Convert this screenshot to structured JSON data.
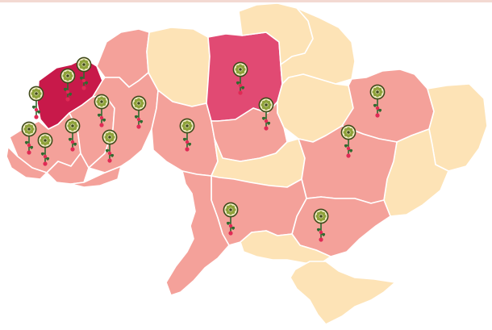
{
  "colors": {
    "background": "#ffffff",
    "top_rule": "#f3d9d2",
    "border": "#ffffff",
    "category_none": "#fde3b6",
    "category_low": "#f4a19a",
    "category_medium": "#ec7484",
    "category_high": "#e14a73",
    "category_highest": "#c8194a",
    "marker_ring": "#3f4a19",
    "marker_fill": "#f4efc9",
    "marker_petal": "#8ea23a",
    "marker_stem": "#2f6a2f",
    "marker_bud": "#e02a55"
  },
  "map": {
    "regions": [
      {
        "id": "volyn",
        "level": "highest"
      },
      {
        "id": "lviv",
        "level": "low"
      },
      {
        "id": "zakarpattia",
        "level": "low"
      },
      {
        "id": "ivano-frankivsk",
        "level": "low"
      },
      {
        "id": "chernivtsi",
        "level": "low"
      },
      {
        "id": "ternopil",
        "level": "low"
      },
      {
        "id": "rivne",
        "level": "low"
      },
      {
        "id": "khmelnytskyi",
        "level": "low"
      },
      {
        "id": "zhytomyr",
        "level": "none"
      },
      {
        "id": "vinnytsia",
        "level": "low"
      },
      {
        "id": "kyiv",
        "level": "high"
      },
      {
        "id": "cherkasy",
        "level": "low"
      },
      {
        "id": "chernihiv",
        "level": "none"
      },
      {
        "id": "sumy",
        "level": "none"
      },
      {
        "id": "poltava",
        "level": "none"
      },
      {
        "id": "kharkiv",
        "level": "low"
      },
      {
        "id": "luhansk",
        "level": "none"
      },
      {
        "id": "donetsk",
        "level": "none"
      },
      {
        "id": "kirovohrad",
        "level": "none"
      },
      {
        "id": "dnipropetrovsk",
        "level": "low"
      },
      {
        "id": "zaporizhzhia",
        "level": "low"
      },
      {
        "id": "mykolaiv",
        "level": "low"
      },
      {
        "id": "odesa",
        "level": "low"
      },
      {
        "id": "kherson",
        "level": "none"
      },
      {
        "id": "crimea",
        "level": "none"
      }
    ],
    "markers": [
      {
        "region": "volyn-1",
        "icon": "flower-medallion-icon"
      },
      {
        "region": "volyn-2",
        "icon": "flower-medallion-icon"
      },
      {
        "region": "volyn-3",
        "icon": "flower-medallion-icon"
      },
      {
        "region": "volyn-4",
        "icon": "flower-medallion-icon"
      },
      {
        "region": "lviv-1",
        "icon": "flower-medallion-icon"
      },
      {
        "region": "lviv-2",
        "icon": "flower-medallion-icon"
      },
      {
        "region": "lviv-3",
        "icon": "flower-medallion-icon"
      },
      {
        "region": "rivne-1",
        "icon": "flower-medallion-icon"
      },
      {
        "region": "ternopil-1",
        "icon": "flower-medallion-icon"
      },
      {
        "region": "khmelnytskyi-1",
        "icon": "flower-medallion-icon"
      },
      {
        "region": "vinnytsia-1",
        "icon": "flower-medallion-icon"
      },
      {
        "region": "kyiv-1",
        "icon": "flower-medallion-icon"
      },
      {
        "region": "cherkasy-1",
        "icon": "flower-medallion-icon"
      },
      {
        "region": "kharkiv-1",
        "icon": "flower-medallion-icon"
      },
      {
        "region": "dnipropetrovsk-1",
        "icon": "flower-medallion-icon"
      },
      {
        "region": "mykolaiv-1",
        "icon": "flower-medallion-icon"
      },
      {
        "region": "zaporizhzhia-1",
        "icon": "flower-medallion-icon"
      }
    ]
  }
}
